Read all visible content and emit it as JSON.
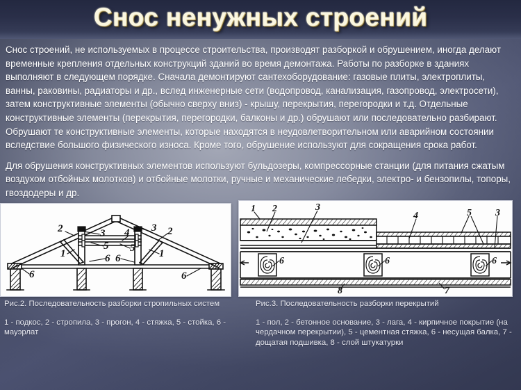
{
  "slide": {
    "title": "Снос ненужных строений"
  },
  "body": {
    "paragraphs": [
      "Снос строений, не используемых в процессе строительства, производят разборкой и обрушением, иногда делают временные крепления отдельных конструкций зданий во время демонтажа. Работы по разборке в зданиях выполняют в следующем порядке. Сначала демонтируют сантехоборудование: газовые плиты, электроплиты, ванны, раковины, радиаторы и др., вслед инженерные сети (водопровод, канализация, газопровод, электросети), затем конструктивные элементы (обычно сверху вниз) - крышу, перекрытия, перегородки и т.д. Отдельные конструктивные элементы (перекрытия, перегородки, балконы и др.) обрушают или последовательно разбирают. Обрушают те конструктивные элементы, которые находятся в неудовлетворительном или аварийном состоянии вследствие большого физического износа. Кроме того, обрушение используют для сокращения срока работ.",
      "Для обрушения конструктивных элементов используют бульдозеры, компрессорные станции (для питания сжатым воздухом отбойных молотков) и отбойные молотки, ручные и механические лебедки, электро- и бензопилы, топоры, гвоздодеры и др."
    ]
  },
  "figures": {
    "left": {
      "name": "roof-truss-disassembly-diagram",
      "callouts": [
        "2",
        "3",
        "3",
        "4",
        "2",
        "1",
        "5",
        "5",
        "1",
        "6",
        "6",
        "6",
        "6"
      ]
    },
    "right": {
      "name": "floor-slab-disassembly-diagram",
      "callouts": [
        "1",
        "2",
        "3",
        "4",
        "5",
        "3",
        "6",
        "6",
        "6",
        "8",
        "7"
      ]
    }
  },
  "captions": {
    "left": {
      "title": "Рис.2. Последовательность разборки стропильных систем",
      "legend": "1 - подкос, 2 - стропила, 3 - прогон, 4 - стяжка, 5 - стойка, 6 - мауэрлат"
    },
    "right": {
      "title": "Рис.3. Последовательность разборки перекрытий",
      "legend": "1 - пол, 2 - бетонное основание, 3 - лага, 4 - кирпичное покрытие (на чердачном перекрытии), 5 - цементная стяжка, 6 - несущая балка, 7 - дощатая подшивка, 8 - слой штукатурки"
    }
  },
  "colors": {
    "title_text": "#fbf7e0",
    "title_shadow": "#b59b4e",
    "body_text": "#ffffff",
    "caption_text": "#e9eaf2",
    "background_dark": "#2e3348",
    "background_light": "#a8acba",
    "panel_background": "#fdfdfd",
    "diagram_ink": "#111111"
  }
}
